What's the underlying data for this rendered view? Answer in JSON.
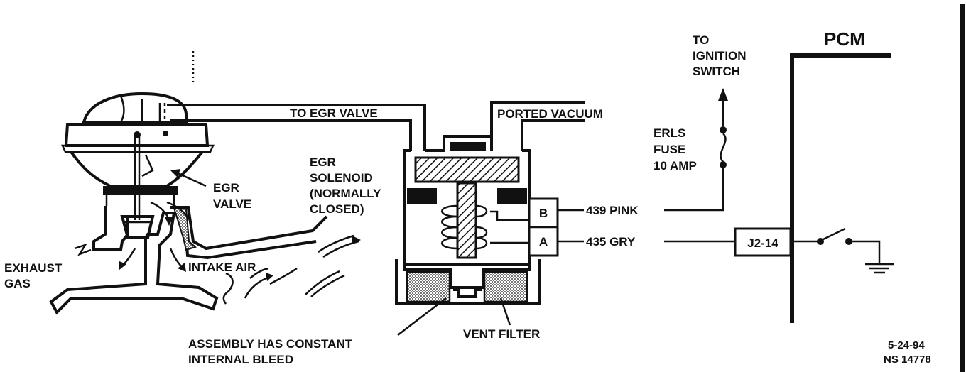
{
  "labels": {
    "to_egr_valve": "TO EGR VALVE",
    "ported_vacuum": "PORTED VACUUM",
    "egr_valve": [
      "EGR",
      "VALVE"
    ],
    "egr_solenoid": [
      "EGR",
      "SOLENOID",
      "(NORMALLY",
      "CLOSED)"
    ],
    "exhaust_gas": [
      "EXHAUST",
      "GAS"
    ],
    "intake_air": "INTAKE AIR",
    "assembly_bleed": [
      "ASSEMBLY HAS CONSTANT",
      "INTERNAL BLEED"
    ],
    "vent_filter": "VENT FILTER",
    "to_ignition_switch": [
      "TO",
      "IGNITION",
      "SWITCH"
    ],
    "erls_fuse": [
      "ERLS",
      "FUSE",
      "10 AMP"
    ],
    "pcm": "PCM",
    "terminal_b": "B",
    "terminal_a": "A",
    "wire_pink": "439 PINK",
    "wire_gry": "435 GRY",
    "connector": "J2-14",
    "date": "5-24-94",
    "ref_number": "NS 14778"
  }
}
